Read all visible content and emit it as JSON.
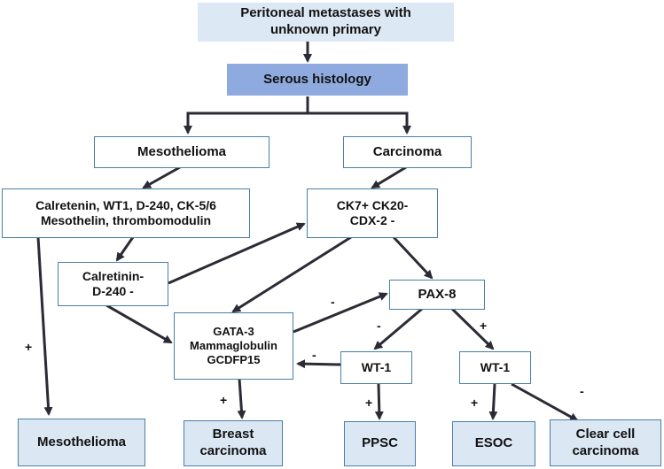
{
  "nodes": {
    "root": "Peritoneal metastases with\nunknown primary",
    "serous": "Serous histology",
    "mesothelioma_branch": "Mesothelioma",
    "carcinoma_branch": "Carcinoma",
    "calretenin_panel": "Calretenin, WT1, D-240, CK-5/6\nMesothelin, thrombomodulin",
    "ck7_panel": "CK7+ CK20-\nCDX-2 -",
    "calretinin_neg": "Calretinin-\nD-240 -",
    "pax8": "PAX-8",
    "gata3_panel": "GATA-3\nMammaglobulin\nGCDFP15",
    "wt1_left": "WT-1",
    "wt1_right": "WT-1",
    "leaf_mesothelioma": "Mesothelioma",
    "leaf_breast": "Breast\ncarcinoma",
    "leaf_ppsc": "PPSC",
    "leaf_esoc": "ESOC",
    "leaf_clear_cell": "Clear cell\ncarcinoma"
  },
  "edge_labels": {
    "plus_mesothelioma": "+",
    "minus_pax8_gata": "-",
    "minus_pax8_wt1_left": "-",
    "plus_pax8_wt1_right": "+",
    "minus_wt1_left_gata": "-",
    "plus_gata_breast": "+",
    "plus_wt1_left_ppsc": "+",
    "plus_wt1_right_esoc": "+",
    "minus_wt1_right_clear": "-"
  },
  "colors": {
    "arrow": "#2b2b35",
    "box_border": "#4a7fa8",
    "root_fill": "#dde8f5",
    "serous_fill": "#8eaade",
    "leaf_fill": "#dbe8f4"
  }
}
